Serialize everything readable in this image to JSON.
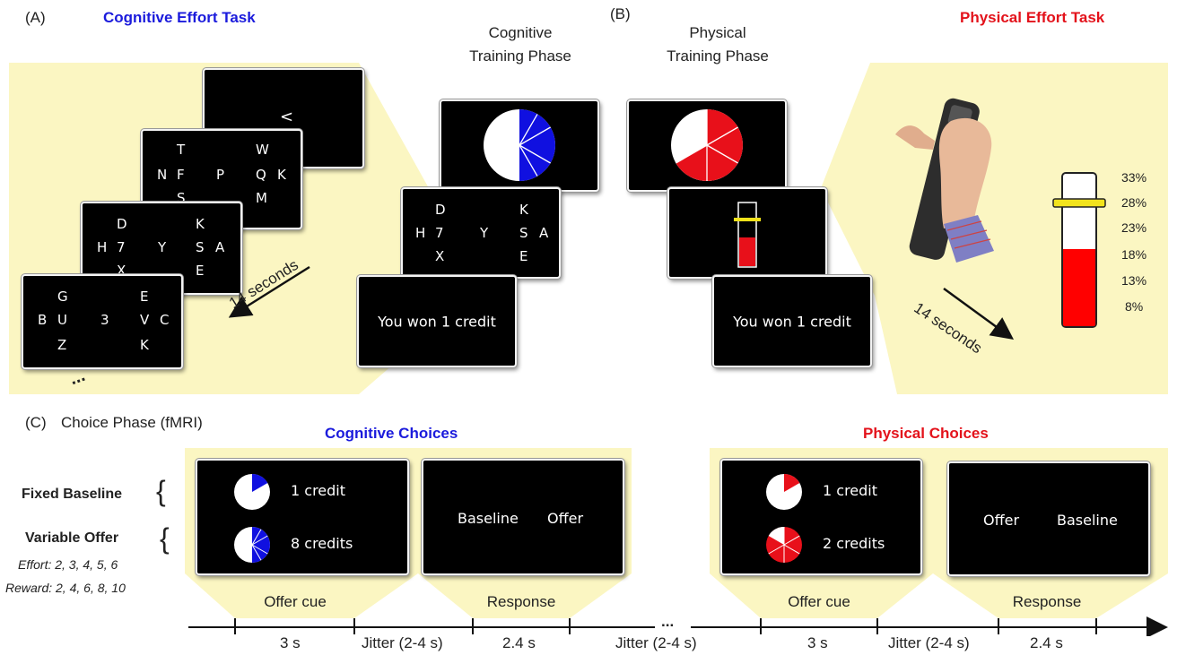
{
  "panels": {
    "a_label": "(A)",
    "b_label": "(B)",
    "c_label": "(C)",
    "cognitive_effort_task": "Cognitive Effort Task",
    "physical_effort_task": "Physical Effort Task",
    "choice_phase": "Choice Phase (fMRI)"
  },
  "training": {
    "cognitive_line1": "Cognitive",
    "cognitive_line2": "Training Phase",
    "physical_line1": "Physical",
    "physical_line2": "Training Phase"
  },
  "cognitive_screens": {
    "top_symbol": "<",
    "grid1": [
      "T",
      "W",
      "N",
      "F",
      "P",
      "Q",
      "K",
      "S",
      "M"
    ],
    "grid2": [
      "D",
      "K",
      "H",
      "7",
      "Y",
      "S",
      "A",
      "X",
      "E"
    ],
    "grid3": [
      "G",
      "E",
      "B",
      "U",
      "3",
      "V",
      "C",
      "Z",
      "K"
    ],
    "ellipsis": "...",
    "duration": "14 seconds"
  },
  "training_grid": [
    "D",
    "K",
    "H",
    "7",
    "Y",
    "S",
    "A",
    "X",
    "E"
  ],
  "won_text_cognitive": "You won 1 credit",
  "won_text_physical": "You won 1 credit",
  "physical": {
    "duration": "14 seconds",
    "percentages": [
      "33%",
      "28%",
      "23%",
      "18%",
      "13%",
      "8%"
    ],
    "target_level": "28%",
    "fill_level": 0.55
  },
  "choices": {
    "cognitive_title": "Cognitive Choices",
    "physical_title": "Physical Choices",
    "fixed_baseline": "Fixed Baseline",
    "variable_offer": "Variable Offer",
    "effort": "Effort: 2, 3, 4, 5, 6",
    "reward": "Reward: 2, 4, 6, 8, 10",
    "cog_baseline_credit": "1 credit",
    "cog_offer_credit": "8 credits",
    "phys_baseline_credit": "1 credit",
    "phys_offer_credit": "2 credits",
    "cog_response_left": "Baseline",
    "cog_response_right": "Offer",
    "phys_response_left": "Offer",
    "phys_response_right": "Baseline",
    "offer_cue": "Offer cue",
    "response": "Response"
  },
  "timeline": {
    "t1": "3 s",
    "t2": "Jitter (2-4 s)",
    "t3": "2.4 s",
    "t4": "Jitter (2-4 s)",
    "t5": "3 s",
    "t6": "Jitter (2-4 s)",
    "t7": "2.4 s",
    "gap": "..."
  },
  "colors": {
    "blue": "#1b1bdc",
    "red": "#e3121b",
    "yellow_bg": "#fbf6c2"
  }
}
